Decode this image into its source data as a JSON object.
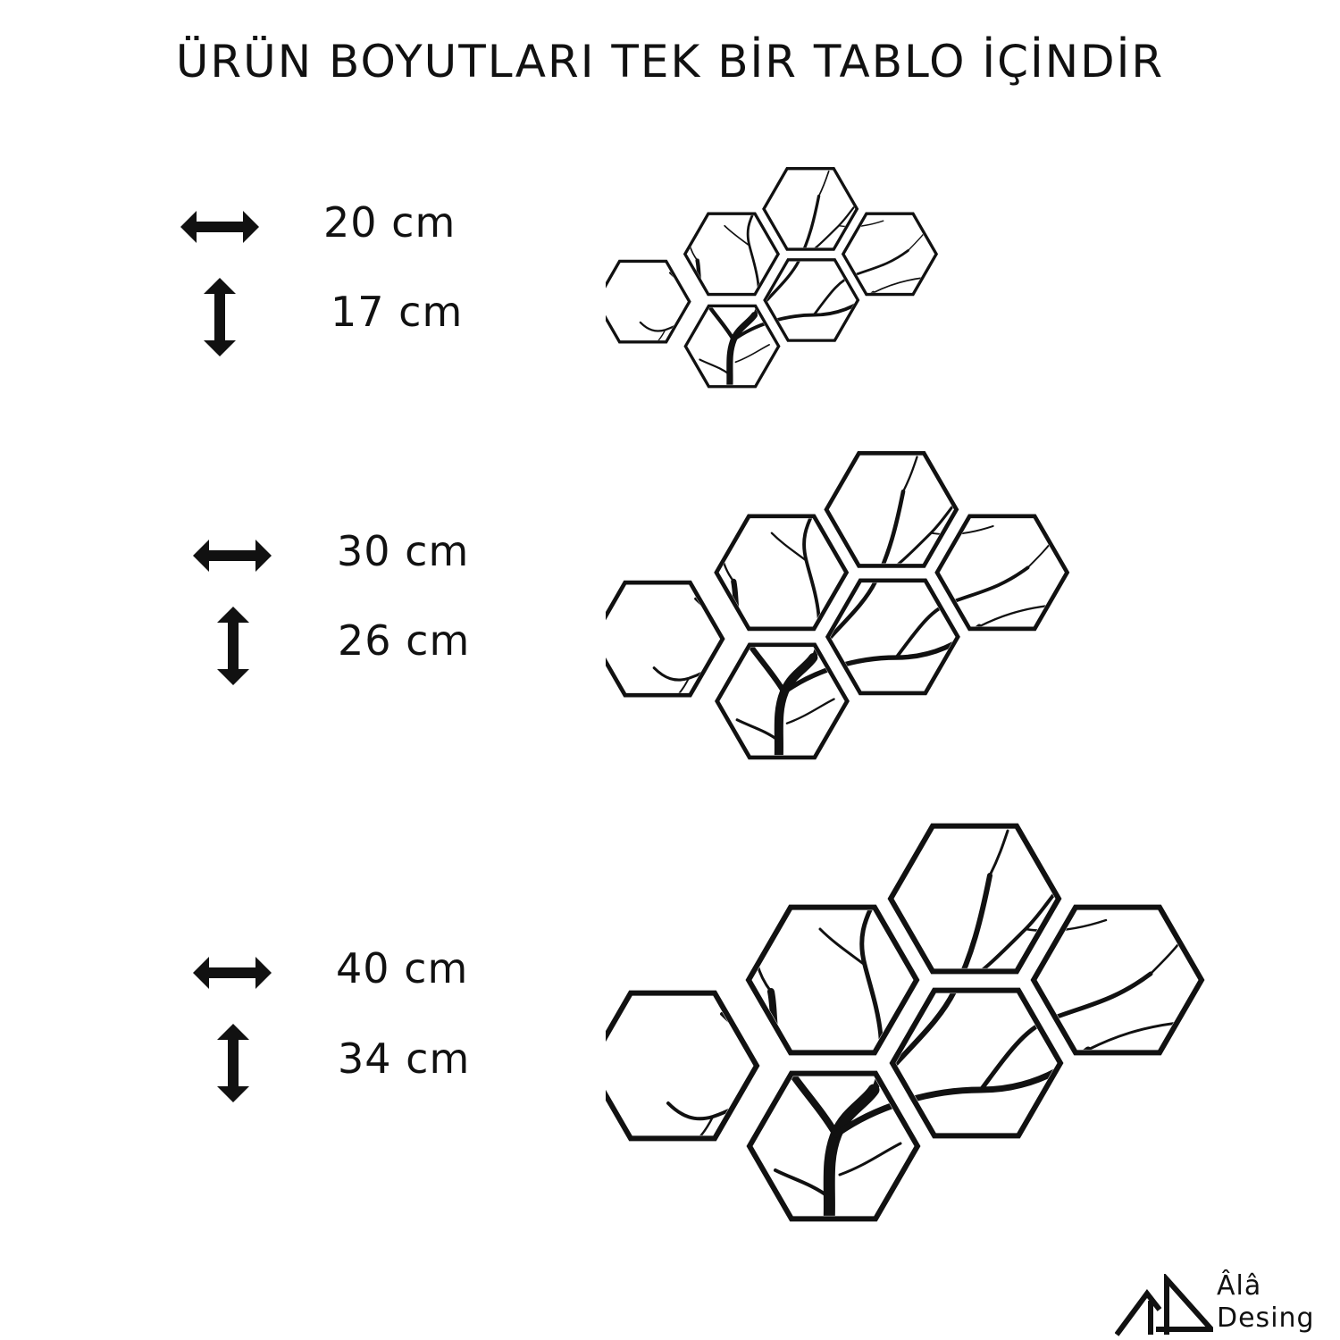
{
  "header": {
    "title": "ÜRÜN BOYUTLARI TEK BİR TABLO İÇİNDİR"
  },
  "sizes": [
    {
      "width": "20 cm",
      "height": "17 cm"
    },
    {
      "width": "30 cm",
      "height": "26 cm"
    },
    {
      "width": "40 cm",
      "height": "34 cm"
    }
  ],
  "brand": {
    "line1": "Âlâ",
    "line2": "Desing"
  },
  "colors": {
    "ink": "#111111",
    "background": "#ffffff"
  },
  "icons": {
    "width": "double-horizontal-arrow-icon",
    "height": "double-vertical-arrow-icon",
    "artwork": "hexagon-tree-wall-art",
    "logo": "ala-desing-logo"
  }
}
